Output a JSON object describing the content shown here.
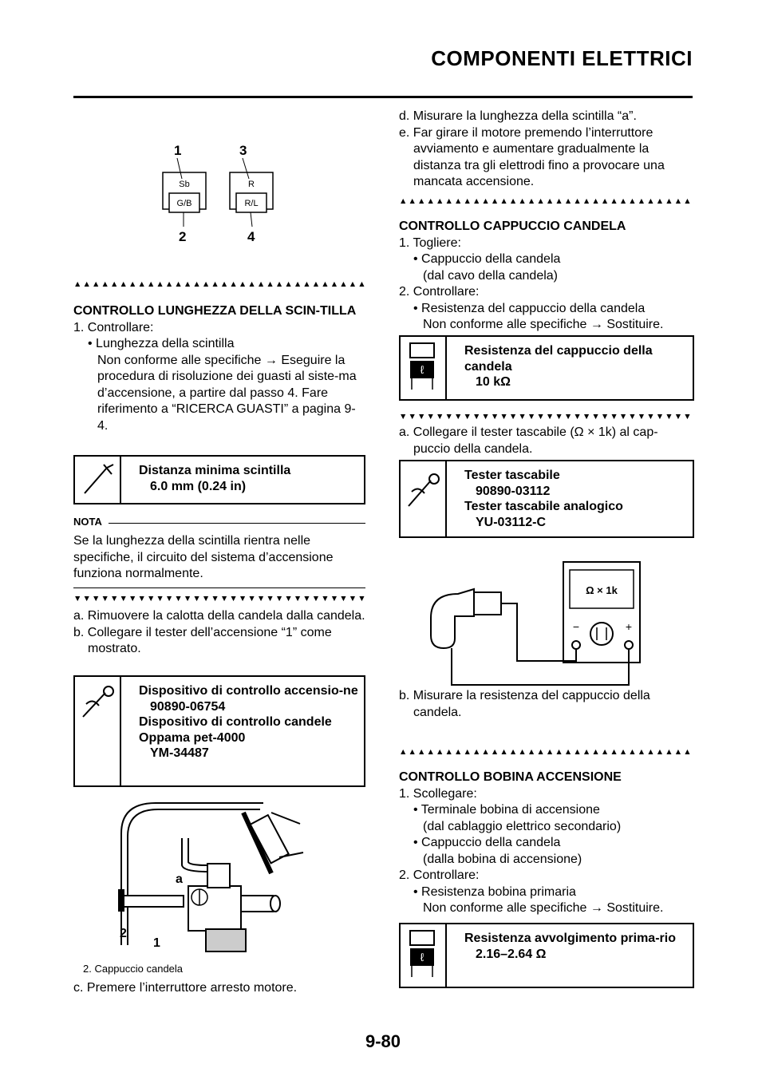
{
  "header": {
    "title": "COMPONENTI ELETTRICI"
  },
  "footer": {
    "page_number": "9-80"
  },
  "icons": [
    "multimeter-icon",
    "caliper-icon",
    "tester-icon",
    "triangle-separator-icon"
  ],
  "connector_diagram": {
    "callouts": [
      "1",
      "3",
      "2",
      "4"
    ],
    "wires": [
      "Sb",
      "G/B",
      "R",
      "R/L"
    ]
  },
  "left": {
    "section1_title": "CONTROLLO LUNGHEZZA DELLA SCIN-TILLA",
    "step1": "1. Controllare:",
    "step1_item": "• Lunghezza della scintilla",
    "step1_text": "Non conforme alle specifiche → Eseguire la procedura di risoluzione dei guasti al siste-ma d’accensione, a partire dal passo 4. Fare riferimento a “RICERCA GUASTI” a pagina 9-4.",
    "spec1_label": "Distanza minima scintilla",
    "spec1_value": "6.0 mm (0.24 in)",
    "nota_label": "NOTA",
    "nota_text": "Se la lunghezza della scintilla rientra nelle specifiche, il circuito del sistema d’accensione funziona normalmente.",
    "sub_a": "a. Rimuovere la calotta della candela dalla candela.",
    "sub_b": "b. Collegare il tester dell’accensione “1” come mostrato.",
    "spec2_line1": "Dispositivo di controllo accensio-ne",
    "spec2_line2": "90890-06754",
    "spec2_line3": "Dispositivo di controllo candele Oppama pet-4000",
    "spec2_line4": "YM-34487",
    "fig_callouts": [
      "a",
      "2",
      "1"
    ],
    "fig_caption": "2. Cappuccio candela",
    "sub_c": "c. Premere l’interruttore arresto motore."
  },
  "right": {
    "sub_d": "d. Misurare la lunghezza della scintilla “a”.",
    "sub_e": "e. Far girare il motore premendo l’interruttore avviamento e aumentare gradualmente la distanza tra gli elettrodi fino a provocare una mancata accensione.",
    "section2_title": "CONTROLLO CAPPUCCIO CANDELA",
    "s2_step1": "1. Togliere:",
    "s2_item1": "• Cappuccio della candela",
    "s2_item1b": "(dal cavo della candela)",
    "s2_step2": "2. Controllare:",
    "s2_item2": "• Resistenza del cappuccio della candela",
    "s2_item2b": "Non conforme alle specifiche → Sostituire.",
    "spec3_label": "Resistenza del cappuccio della candela",
    "spec3_value": "10 kΩ",
    "sub_a2": "a. Collegare il tester tascabile (Ω × 1k) al cap-puccio della candela.",
    "spec4_line1": "Tester tascabile",
    "spec4_line2": "90890-03112",
    "spec4_line3": "Tester tascabile analogico",
    "spec4_line4": "YU-03112-C",
    "meter_label": "Ω × 1k",
    "meter_minus": "−",
    "meter_plus": "+",
    "sub_b2": "b. Misurare la resistenza del cappuccio della candela.",
    "section3_title": "CONTROLLO BOBINA ACCENSIONE",
    "s3_step1": "1. Scollegare:",
    "s3_item1": "• Terminale bobina di accensione",
    "s3_item1b": "(dal cablaggio elettrico secondario)",
    "s3_item2": "• Cappuccio della candela",
    "s3_item2b": "(dalla bobina di accensione)",
    "s3_step2": "2. Controllare:",
    "s3_item3": "• Resistenza bobina primaria",
    "s3_item3b": "Non conforme alle specifiche → Sostituire.",
    "spec5_label": "Resistenza avvolgimento prima-rio",
    "spec5_value": "2.16–2.64 Ω"
  }
}
